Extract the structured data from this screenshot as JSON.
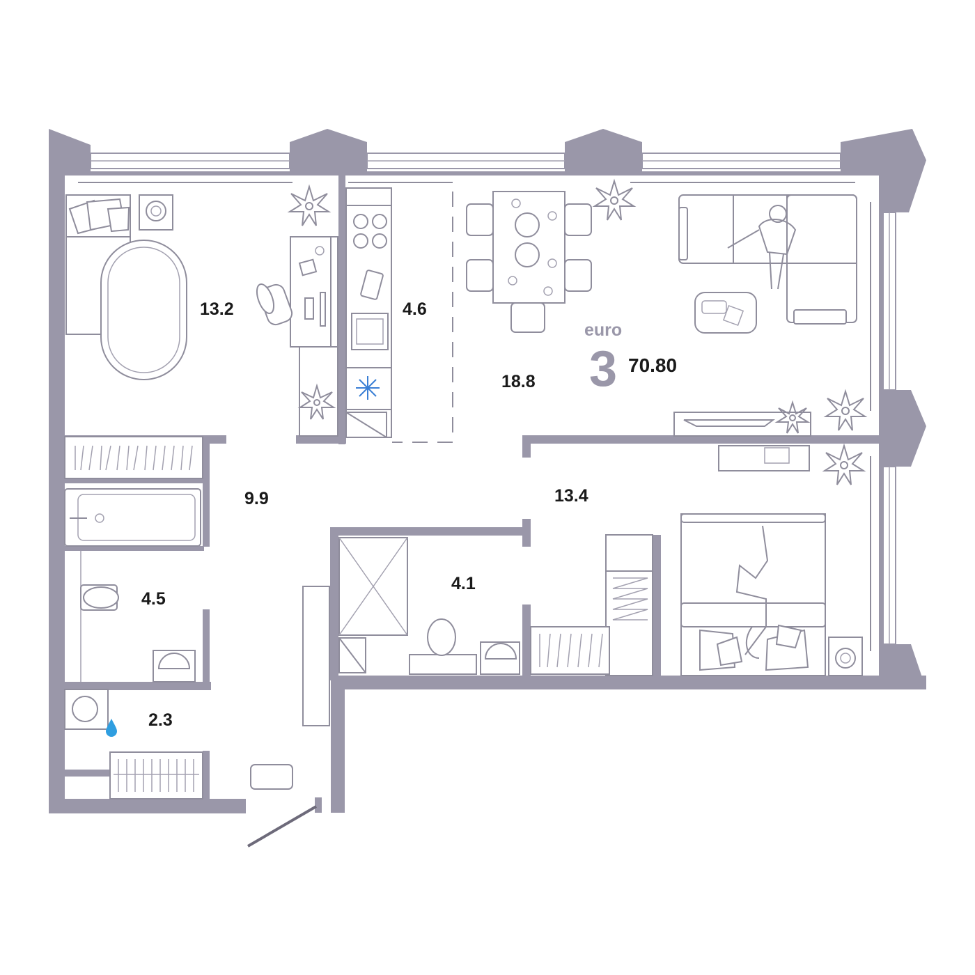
{
  "plan": {
    "badge": {
      "type_label": "euro",
      "rooms": "3",
      "total_area": "70.80"
    },
    "rooms": [
      {
        "id": "bedroom-left",
        "area": "13.2"
      },
      {
        "id": "kitchen",
        "area": "4.6"
      },
      {
        "id": "living-room",
        "area": "18.8"
      },
      {
        "id": "hallway",
        "area": "9.9"
      },
      {
        "id": "bedroom-right",
        "area": "13.4"
      },
      {
        "id": "bathroom",
        "area": "4.5"
      },
      {
        "id": "shower-room",
        "area": "4.1"
      },
      {
        "id": "laundry",
        "area": "2.3"
      }
    ],
    "colors": {
      "walls": "#9a97a9",
      "text": "#1a1a1a",
      "fridge_snowflake": "#3a7fd5",
      "water_drop": "#2f9ee0"
    }
  }
}
